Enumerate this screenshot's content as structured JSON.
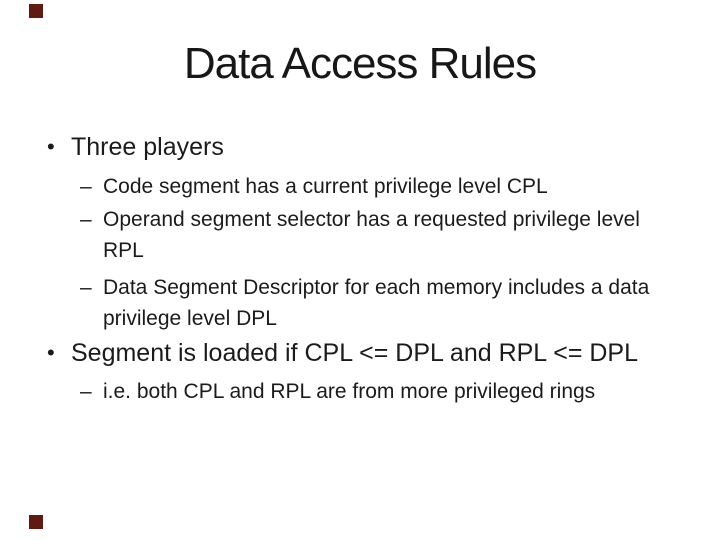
{
  "slide": {
    "title": "Data Access Rules",
    "decor_color": "#5f1b12",
    "text_color": "#1b1b1b",
    "background_color": "#ffffff",
    "bullets": [
      {
        "marker": "•",
        "text": "Three players",
        "children": [
          {
            "marker": "–",
            "text": "Code segment has a current privilege level CPL"
          },
          {
            "marker": "–",
            "text": "Operand segment selector has a requested privilege level\nRPL"
          },
          {
            "marker": "–",
            "text": "Data Segment Descriptor for each memory includes a data\nprivilege level DPL"
          }
        ]
      },
      {
        "marker": "•",
        "text": "Segment is loaded if CPL <= DPL and RPL <= DPL",
        "children": [
          {
            "marker": "–",
            "text": "i.e. both CPL and RPL are from more privileged rings"
          }
        ]
      }
    ]
  }
}
